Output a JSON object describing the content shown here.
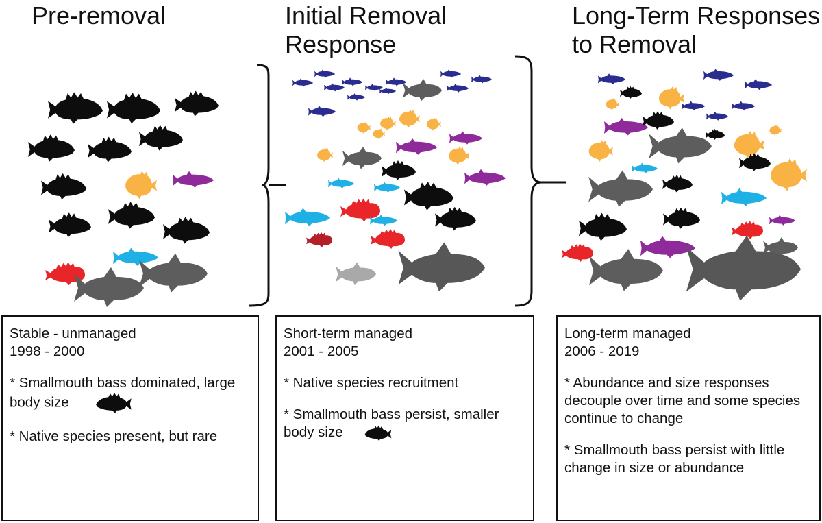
{
  "panels": [
    {
      "title_lines": [
        "Pre-removal"
      ],
      "box": {
        "line1": "Stable - unmanaged",
        "line2": "1998 - 2000",
        "bullet1": "* Smallmouth bass dominated, large body size",
        "bullet2": "* Native species present, but rare"
      }
    },
    {
      "title_lines": [
        "Initial Removal",
        "Response"
      ],
      "box": {
        "line1": "Short-term  managed",
        "line2": "2001 - 2005",
        "bullet1": "* Native species recruitment",
        "bullet2": "* Smallmouth bass persist, smaller body size"
      }
    },
    {
      "title_lines": [
        "Long-Term Responses",
        "to Removal"
      ],
      "box": {
        "line1": "Long-term managed",
        "line2": "2006 - 2019",
        "bullet1": "* Abundance and size responses decouple over time and some species continue to change",
        "bullet2": "* Smallmouth bass persist with little change in size or abundance"
      }
    }
  ],
  "colors": {
    "bass": "#0d0d0d",
    "sunfish": "#f9b244",
    "purple": "#8e2a99",
    "lightblue": "#1fb1e6",
    "red": "#e8262a",
    "darkred": "#b51f2a",
    "gray": "#5d5d5d",
    "lightgray": "#a9a9a9",
    "navy": "#2a2d8f",
    "bigfish": "#575757"
  },
  "icons": {
    "bass": "smallmouth-bass-icon",
    "sunfish": "sunfish-icon",
    "minnow": "minnow-icon",
    "sculpin": "sculpin-icon",
    "sucker": "sucker-icon",
    "brace": "curly-brace-icon"
  }
}
